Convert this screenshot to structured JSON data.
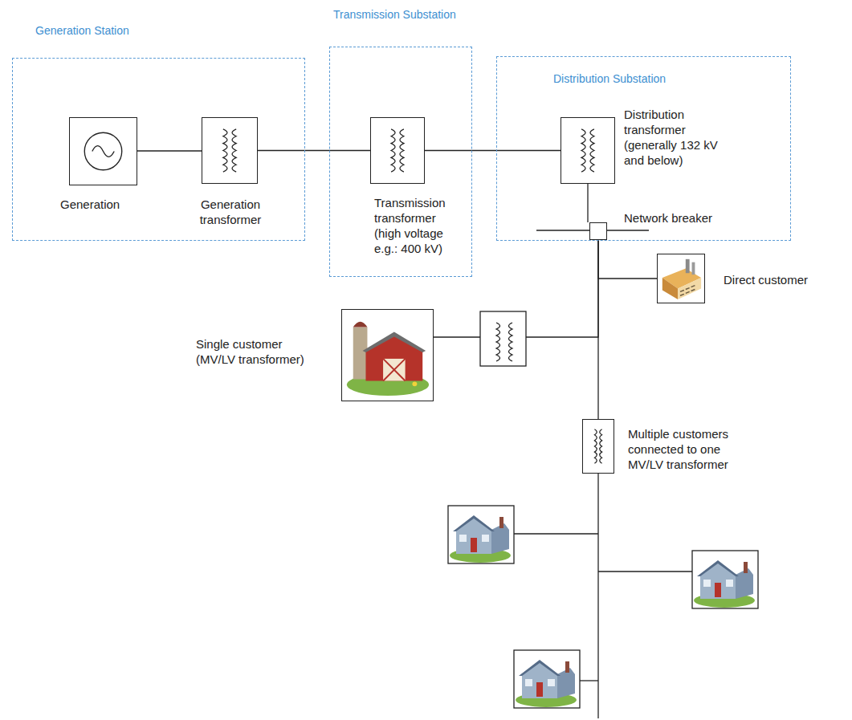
{
  "diagram": {
    "nodes": [
      {
        "text": [
          "Generation Station"
        ]
      },
      {
        "text": [
          "Generation"
        ],
        "in": 0
      },
      {
        "text": [
          "Generation transformer"
        ],
        "in": 0
      },
      {
        "text": [
          "Transmission Substation"
        ]
      },
      {
        "text": [
          "Transmission transformer (high voltage e.g.: 400 kV)"
        ],
        "in": 3
      },
      {
        "text": [
          "Distribution Substation"
        ]
      },
      {
        "text": [
          "Distribution transformer (generally 132 kV and below)"
        ],
        "in": 5
      },
      {
        "text": [
          "Network breaker"
        ],
        "in": 5
      },
      {
        "text": [
          "Direct customer"
        ]
      },
      {
        "text": [
          "Single customer (MV/LV transformer)"
        ]
      },
      {
        "text": [
          "Multiple customers connected to one MV/LV transformer"
        ]
      }
    ],
    "edges": [
      {
        "from": 1,
        "to": 2,
        "arrow": "none"
      },
      {
        "from": 2,
        "to": 4,
        "arrow": "none"
      },
      {
        "from": 4,
        "to": 6,
        "arrow": "none"
      },
      {
        "from": 6,
        "to": 7,
        "arrow": "none"
      },
      {
        "from": 7,
        "to": 8,
        "arrow": "none"
      },
      {
        "from": 7,
        "to": 9,
        "arrow": "none"
      },
      {
        "from": 7,
        "to": 10,
        "arrow": "none"
      }
    ]
  }
}
